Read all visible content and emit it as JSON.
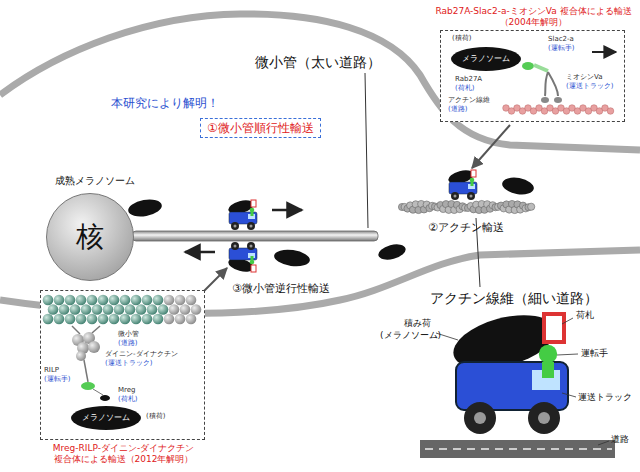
{
  "diagram": {
    "nodes": [
      {
        "text": [
          "Rab27A-Slac2-a-ミオシンVa 複合体による輸送（2004年解明）"
        ]
      },
      {
        "text": [
          "メラノソーム"
        ],
        "in": 0
      },
      {
        "text": [
          "本研究により解明！",
          "①微小管順行性輸送"
        ]
      },
      {
        "text": [
          "核"
        ]
      },
      {
        "text": [
          "Mreg-RILP-ダイニン-ダイナクチン 複合体による輸送（2012年解明）"
        ]
      },
      {
        "text": [
          "メラノソーム"
        ],
        "in": 4
      }
    ],
    "labels": [
      "(積荷)",
      "Rab27A",
      "(荷札)",
      "Slac2-a",
      "(運転手)",
      "ミオシンVa",
      "(運送トラック)",
      "アクチン線維",
      "(道路)",
      "微小管（太い道路）",
      "成熟メラノソーム",
      "②アクチン輸送",
      "③微小管逆行性輸送",
      "アクチン線維（細い道路）",
      "微小管",
      "(道路)",
      "ダイニン-ダイナクチン",
      "(運送トラック)",
      "RILP",
      "(運転手)",
      "Mreg",
      "(荷札)",
      "(積荷)",
      "積み荷",
      "(メラノソーム)",
      "荷札",
      "運転手",
      "運送トラック",
      "道路"
    ]
  }
}
